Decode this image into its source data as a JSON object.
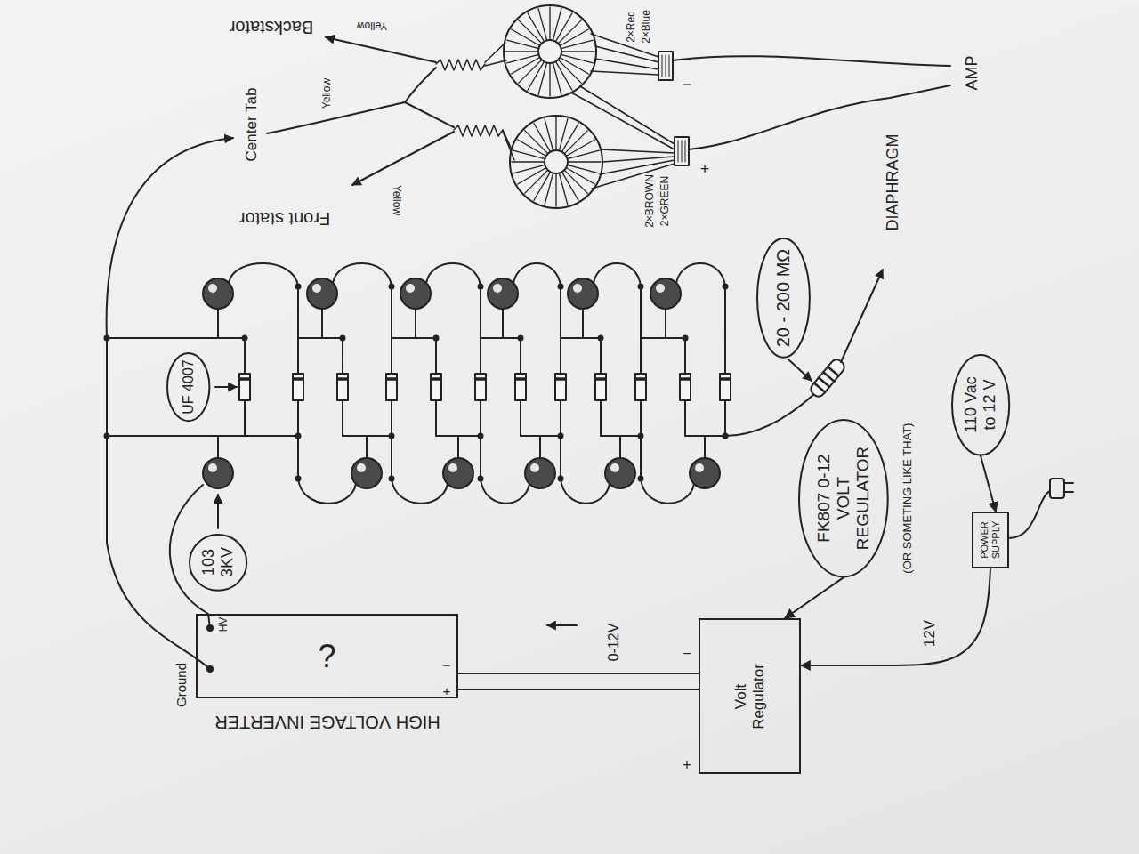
{
  "diagram": {
    "nodes": [
      {
        "text": [
          "UF 4007"
        ]
      },
      {
        "text": [
          "103 3KV"
        ]
      },
      {
        "text": [
          "20 - 200 MΩ"
        ]
      },
      {
        "text": [
          "HIGH VOLTAGE INVERTER",
          "?"
        ]
      },
      {
        "text": [
          "FK807 0-12 VOLT REGULATOR"
        ]
      },
      {
        "text": [
          "Volt Regulator"
        ]
      },
      {
        "text": [
          "110 Vac to 12 V"
        ]
      },
      {
        "text": [
          "POWER SUPPLY"
        ]
      }
    ],
    "edges": [
      {
        "from": 4,
        "to": 5,
        "arrow": "to"
      },
      {
        "from": 6,
        "to": 7,
        "arrow": "to"
      },
      {
        "from": 7,
        "to": 5,
        "arrow": "to",
        "label": "12V"
      },
      {
        "from": 5,
        "to": 3,
        "arrow": "none",
        "label": "0-12V"
      },
      {
        "from": 5,
        "to": 3,
        "arrow": "none"
      }
    ],
    "labels": [
      "Backstator",
      "Yellow",
      "Center Tab",
      "Yellow",
      "Front stator",
      "Yellow",
      "2×Red",
      "2×Blue",
      "−",
      "+",
      "AMP",
      "2×BROWN",
      "2×GREEN",
      "DIAPHRAGM",
      "Ground",
      "HV",
      "+",
      "−",
      "+",
      "−",
      "(OR SOMETING LIKE THAT)"
    ]
  }
}
